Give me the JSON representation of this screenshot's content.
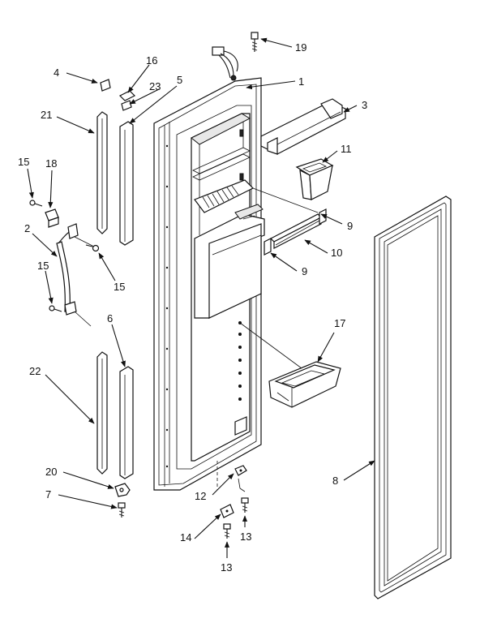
{
  "callouts": {
    "c1": "1",
    "c2": "2",
    "c3": "3",
    "c4": "4",
    "c5": "5",
    "c6": "6",
    "c7": "7",
    "c8": "8",
    "c9a": "9",
    "c9b": "9",
    "c10": "10",
    "c11": "11",
    "c12": "12",
    "c13a": "13",
    "c13b": "13",
    "c14": "14",
    "c15a": "15",
    "c15b": "15",
    "c15c": "15",
    "c16": "16",
    "c17": "17",
    "c18": "18",
    "c19": "19",
    "c20": "20",
    "c21": "21",
    "c22": "22",
    "c23": "23"
  }
}
